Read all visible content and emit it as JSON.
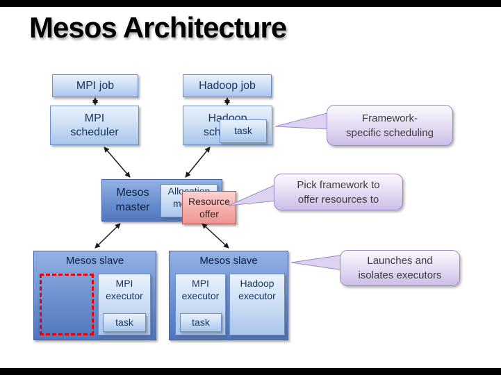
{
  "slide": {
    "title": "Mesos Architecture"
  },
  "nodes": {
    "mpi_job": "MPI job",
    "hadoop_job": "Hadoop job",
    "mpi_scheduler": "MPI scheduler",
    "hadoop_scheduler": "Hadoop scheduler",
    "scheduler_task": "task",
    "mesos_master": "Mesos master",
    "allocation_module": "Allocation module",
    "resource_offer": "Resource offer",
    "slave_left_title": "Mesos slave",
    "slave_right_title": "Mesos slave",
    "mpi_executor_left": "MPI executor",
    "mpi_executor_left_task": "task",
    "mpi_executor_right": "MPI executor",
    "mpi_executor_right_task": "task",
    "hadoop_executor": "Hadoop executor"
  },
  "callouts": {
    "scheduling": {
      "l1": "Framework-",
      "l2": "specific scheduling"
    },
    "pick": {
      "l1": "Pick framework to",
      "l2": "offer resources to"
    },
    "launch": {
      "l1": "Launches and",
      "l2": "isolates executors"
    }
  },
  "colors": {
    "box_fill": "#c3d9f1",
    "box_border": "#6a8ecb",
    "panel_fill": "#6b90d0",
    "panel_border": "#41619c",
    "offer_fill": "#f2a9a7",
    "offer_border": "#b75553",
    "callout_fill": "#d9cdee",
    "callout_border": "#9c89c6",
    "dashed_box_red": "#e80000",
    "arrow_black": "#1a1a1a"
  }
}
